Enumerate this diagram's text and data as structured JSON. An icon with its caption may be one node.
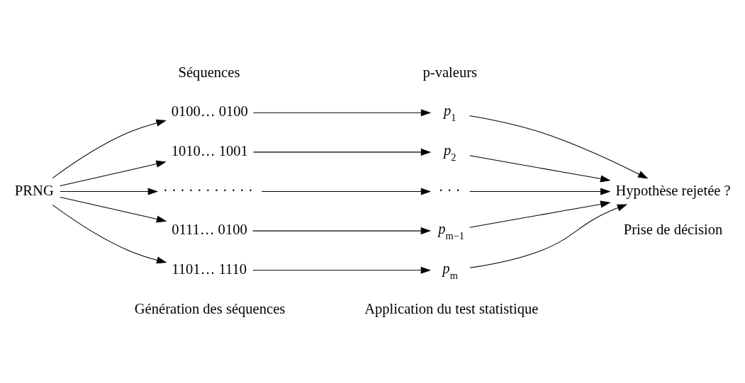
{
  "diagram": {
    "nodes": [
      {
        "text": [
          "PRNG"
        ]
      },
      {
        "text": [
          "0100… 0100"
        ]
      },
      {
        "text": [
          "1010… 1001"
        ]
      },
      {
        "text": [
          "· · · · · · · · · · ·"
        ]
      },
      {
        "text": [
          "0111… 0100"
        ]
      },
      {
        "text": [
          "1101… 1110"
        ]
      },
      {
        "text": [
          "*p*$_{1}$"
        ]
      },
      {
        "text": [
          "*p*$_{2}$"
        ]
      },
      {
        "text": [
          "· · ·"
        ]
      },
      {
        "text": [
          "*p*$_{m−1}$"
        ]
      },
      {
        "text": [
          "*p*$_{m}$"
        ]
      },
      {
        "text": [
          "Hypothèse rejetée ?"
        ]
      }
    ],
    "edges": [
      {
        "from": 0,
        "to": 1,
        "arrow": "to"
      },
      {
        "from": 0,
        "to": 2,
        "arrow": "to"
      },
      {
        "from": 0,
        "to": 3,
        "arrow": "to"
      },
      {
        "from": 0,
        "to": 4,
        "arrow": "to"
      },
      {
        "from": 0,
        "to": 5,
        "arrow": "to"
      },
      {
        "from": 1,
        "to": 6,
        "arrow": "to"
      },
      {
        "from": 2,
        "to": 7,
        "arrow": "to"
      },
      {
        "from": 3,
        "to": 8,
        "arrow": "to"
      },
      {
        "from": 4,
        "to": 9,
        "arrow": "to"
      },
      {
        "from": 5,
        "to": 10,
        "arrow": "to"
      },
      {
        "from": 6,
        "to": 11,
        "arrow": "to"
      },
      {
        "from": 7,
        "to": 11,
        "arrow": "to"
      },
      {
        "from": 8,
        "to": 11,
        "arrow": "to"
      },
      {
        "from": 9,
        "to": 11,
        "arrow": "to"
      },
      {
        "from": 10,
        "to": 11,
        "arrow": "to"
      }
    ],
    "labels": [
      "Séquences",
      "p-valeurs",
      "Génération des séquences",
      "Application du test statistique",
      "Prise de décision"
    ]
  }
}
